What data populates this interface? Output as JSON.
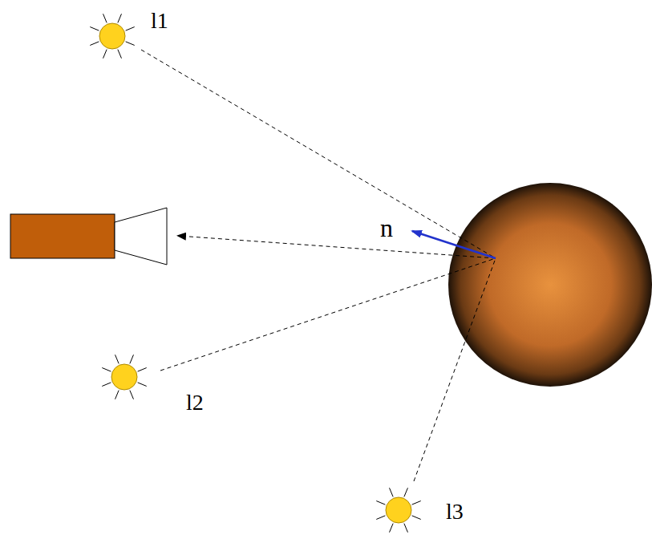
{
  "diagram": {
    "labels": [
      "l1",
      "n",
      "l2",
      "l3"
    ]
  }
}
